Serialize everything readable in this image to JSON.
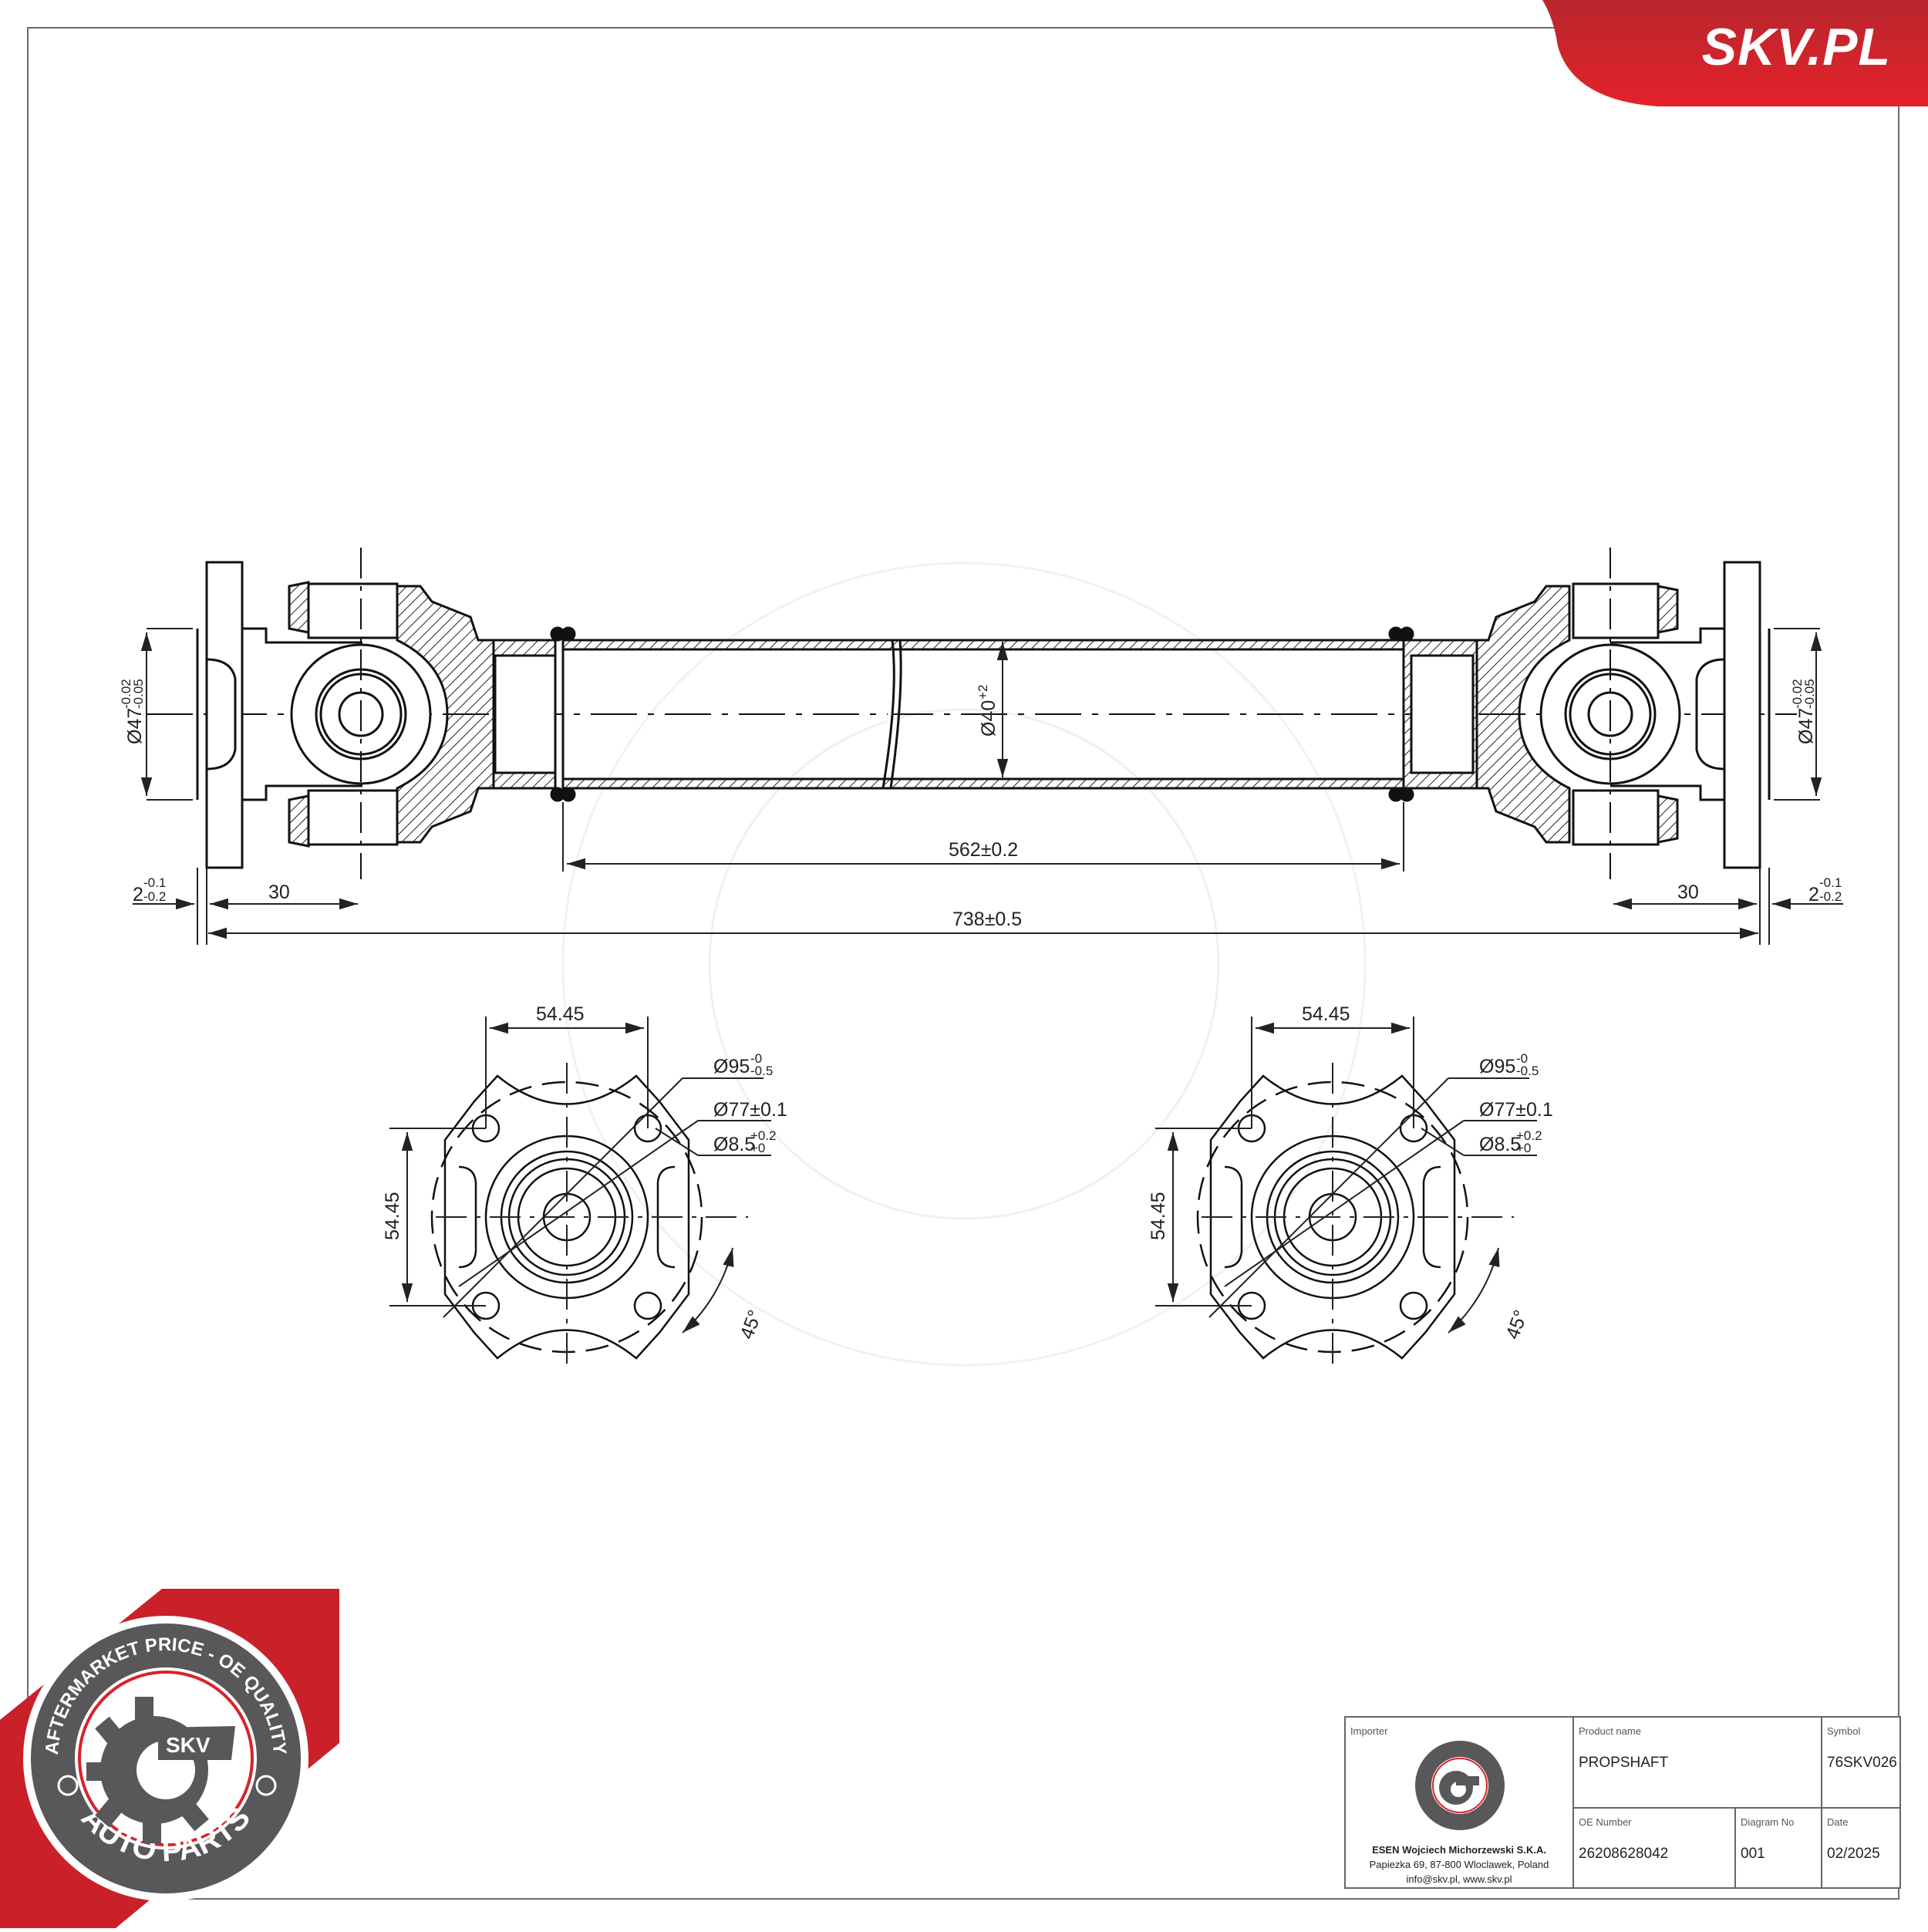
{
  "brand": {
    "logo_text": "SKV.PL",
    "primary_color": "#d7232a",
    "badge": {
      "ring_text_top": "AFTERMARKET PRICE - OE QUALITY",
      "ring_text_bottom": "AUTO PARTS",
      "center_text": "SKV",
      "ring_color": "#58585a",
      "accent_color": "#d7232a"
    }
  },
  "drawing": {
    "subject": "propshaft",
    "side_view": {
      "overall_length": "738±0.5",
      "tube_length": "562±0.2",
      "tube_diameter": "Ø40",
      "tube_diameter_tol": "+2",
      "flange_pilot_left": "Ø47",
      "flange_pilot_left_tol_upper": "-0.02",
      "flange_pilot_left_tol_lower": "-0.05",
      "flange_pilot_right": "Ø47",
      "flange_pilot_right_tol_upper": "-0.02",
      "flange_pilot_right_tol_lower": "-0.05",
      "joint_offset_left": "30",
      "joint_offset_right": "30",
      "spigot_left": "2",
      "spigot_left_tol_upper": "-0.1",
      "spigot_left_tol_lower": "-0.2",
      "spigot_right": "2",
      "spigot_right_tol_upper": "-0.1",
      "spigot_right_tol_lower": "-0.2"
    },
    "flange_views": [
      {
        "bolt_spacing_h": "54.45",
        "bolt_spacing_v": "54.45",
        "outer_diameter": "Ø95",
        "outer_tol_upper": "-0",
        "outer_tol_lower": "-0.5",
        "pcd": "Ø77±0.1",
        "hole_diameter": "Ø8.5",
        "hole_tol_upper": "+0.2",
        "hole_tol_lower": "+0",
        "angle": "45°"
      },
      {
        "bolt_spacing_h": "54.45",
        "bolt_spacing_v": "54.45",
        "outer_diameter": "Ø95",
        "outer_tol_upper": "-0",
        "outer_tol_lower": "-0.5",
        "pcd": "Ø77±0.1",
        "hole_diameter": "Ø8.5",
        "hole_tol_upper": "+0.2",
        "hole_tol_lower": "+0",
        "angle": "45°"
      }
    ]
  },
  "title_block": {
    "importer_label": "Importer",
    "importer_name": "ESEN Wojciech Michorzewski S.K.A.",
    "importer_address": "Papiezka 69, 87-800 Wloclawek, Poland",
    "importer_contact": "info@skv.pl, www.skv.pl",
    "product_name_label": "Product name",
    "product_name": "PROPSHAFT",
    "symbol_label": "Symbol",
    "symbol": "76SKV026",
    "oe_number_label": "OE Number",
    "oe_number": "26208628042",
    "diagram_no_label": "Diagram No",
    "diagram_no": "001",
    "date_label": "Date",
    "date": "02/2025"
  }
}
